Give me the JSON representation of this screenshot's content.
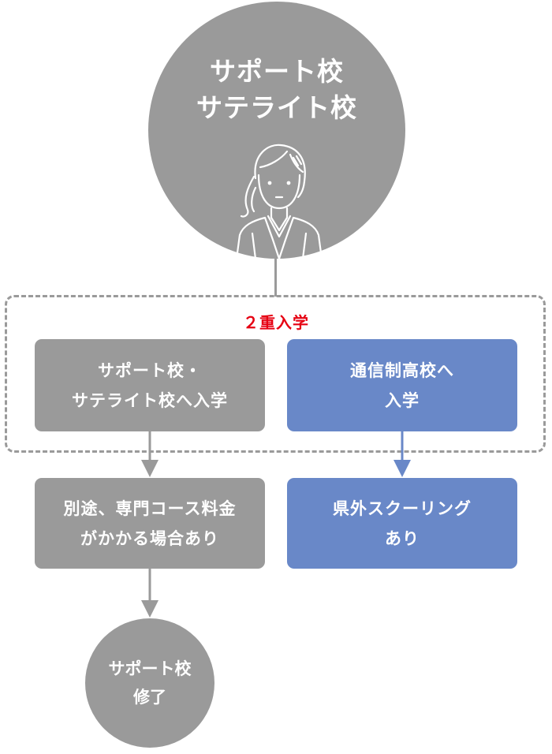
{
  "top_circle": {
    "line1": "サポート校",
    "line2": "サテライト校",
    "icon": "woman-staff-icon"
  },
  "double_enrollment_label": "２重入学",
  "box_support_enroll": {
    "line1": "サポート校・",
    "line2": "サテライト校へ入学"
  },
  "box_correspondence_enroll": {
    "line1": "通信制高校へ",
    "line2": "入学"
  },
  "box_extra_fee": {
    "line1": "別途、専門コース料金",
    "line2": "がかかる場合あり"
  },
  "box_schooling": {
    "line1": "県外スクーリング",
    "line2": "あり"
  },
  "bottom_circle": {
    "line1": "サポート校",
    "line2": "修了"
  },
  "colors": {
    "gray": "#9a9a9a",
    "blue": "#6988c8",
    "accent_red": "#e60012"
  }
}
